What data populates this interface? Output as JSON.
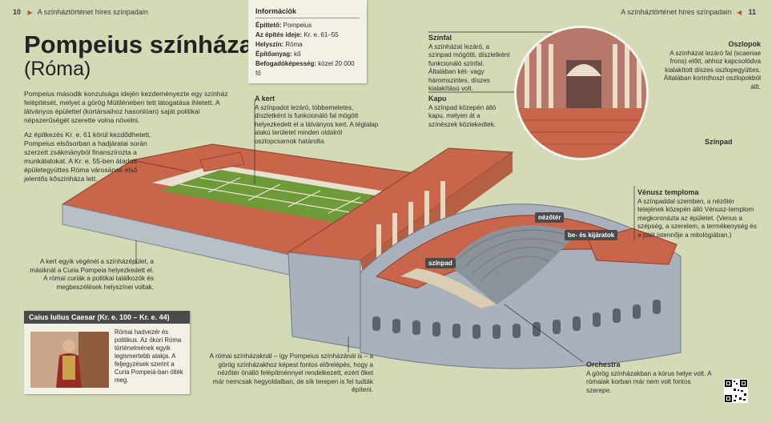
{
  "header": {
    "left_page": "10",
    "left_title": "A színháztörténet híres színpadain",
    "right_title": "A színháztörténet híres színpadain",
    "right_page": "11"
  },
  "title": "Pompeius színháza",
  "subtitle": "(Róma)",
  "intro": {
    "p1": "Pompeius második konzulsága idején kezdeményezte egy színház felépítését, melyet a görög Mütiléneben tett látogatása ihletett. A látványos épülettel (kortársaihoz hasonlóan) saját politikai népszerűségét szerette volna növelni.",
    "p2": "Az építkezés Kr. e. 61 körül kezdődhetett. Pompeius elsősorban a hadjáratai során szerzett zsákmányból finanszírozta a munkálatokat. A Kr. e. 55-ben átadott épületegyüttes Róma városának első jelentős kőszínháza lett."
  },
  "info": {
    "heading": "Információk",
    "rows": [
      {
        "label": "Építtető:",
        "value": "Pompeius"
      },
      {
        "label": "Az építés ideje:",
        "value": "Kr. e. 61–55"
      },
      {
        "label": "Helyszín:",
        "value": "Róma"
      },
      {
        "label": "Építőanyag:",
        "value": "kő"
      },
      {
        "label": "Befogadóképesség:",
        "value": "közel 20 000 fő"
      }
    ]
  },
  "annotations": {
    "kert_title": "A kert",
    "kert_text": "A színpadot lezáró, többemeletes, díszletként is funkcionáló fal mögött helyezkedett el a látványos kert. A téglalap alakú területet minden oldalról oszlopcsarnok határolta.",
    "szinfal_title": "Színfal",
    "szinfal_text": "A színházat lezáró, a színpad mögötti, díszletként funkcionáló színfal. Általában két- vagy háromszintes, díszes kialakítású volt.",
    "kapu_title": "Kapu",
    "kapu_text": "A színpad közepén álló kapu, melyen át a színészek közlekedtek.",
    "oszlopok_title": "Oszlopok",
    "oszlopok_text": "A színházat lezáró fal (scaenae frons) előtt, ahhoz kapcsolódva kialakított díszes oszlopegyüttes. Általában korinthoszi oszlopokból állt.",
    "szinpad_zoom": "Színpad",
    "venusz_title": "Vénusz temploma",
    "venusz_text": "A színpaddal szemben, a nézőtér tetejének közepén álló Vénusz-templom megkoronázta az épületet. (Venus a szépség, a szerelem, a termékenység és a jólét istennője a mitológiában.)",
    "kert_vegen_text": "A kert egyik végénél a színházépület, a másiknál a Curia Pompeia helyezkedett el. A római curiák a politikai találkozók és megbeszélések helyszínei voltak.",
    "romai_text": "A római színházaknál – így Pompeius színházánál is – a görög színházakhoz képest fontos előrelépés, hogy a nézőtér önálló felépítménnyel rendelkezett, ezért őket már nemcsak hegyoldalban, de sík terepen is fel tudták építeni.",
    "orchestra_title": "Orchestra",
    "orchestra_text": "A görög színházakban a kórus helye volt. A rómaiak korban már nem volt fontos szerepe."
  },
  "labels": {
    "nezoter": "nézőtér",
    "bekijarat": "be- és kijáratok",
    "szinpad": "színpad"
  },
  "caesar": {
    "title": "Caius Iulius Caesar (Kr. e. 100 – Kr. e. 44)",
    "text": "Római hadvezér és politikus. Az ókori Róma történelmének egyik legismertebb alakja. A feljegyzések szerint a Curia Pompeiá-ban ölték meg."
  },
  "colors": {
    "background": "#d3dab5",
    "roof": "#c8654a",
    "stone": "#a9b2bc",
    "garden": "#6e9a3a",
    "accent_triangle": "#b5573b"
  }
}
